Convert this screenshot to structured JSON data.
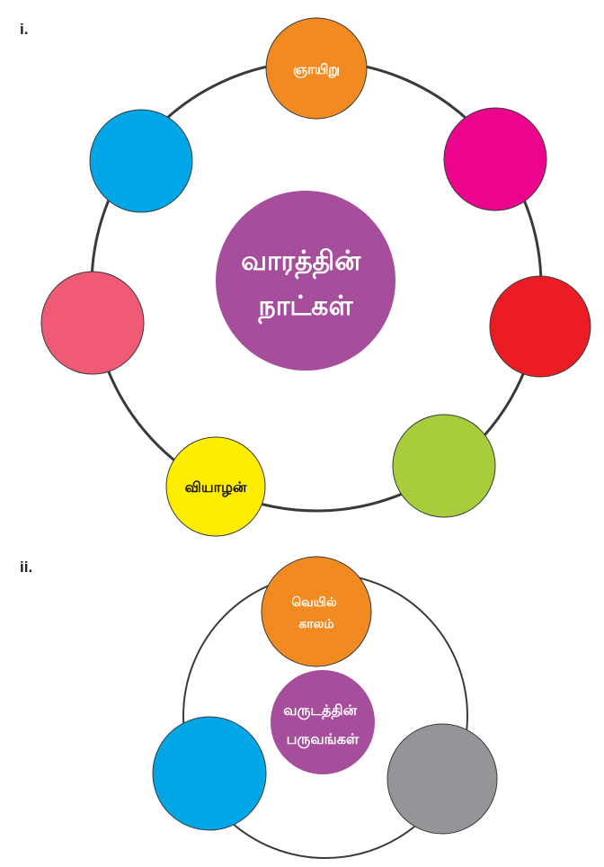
{
  "diagram_i": {
    "label": "i.",
    "center": {
      "lines": [
        "வாரத்தின்",
        "நாட்கள்"
      ],
      "color": "#a64d9c"
    },
    "nodes": [
      {
        "id": "top",
        "lines": [
          "ஞாயிறு"
        ],
        "color": "#f28a22",
        "text_dark": false
      },
      {
        "id": "upper-right",
        "lines": [],
        "color": "#ec048e",
        "text_dark": false
      },
      {
        "id": "right",
        "lines": [],
        "color": "#ec1c24",
        "text_dark": false
      },
      {
        "id": "lower-right",
        "lines": [],
        "color": "#a8cd3b",
        "text_dark": false
      },
      {
        "id": "bottom-left",
        "lines": [
          "வியாழன்"
        ],
        "color": "#ffed00",
        "text_dark": true
      },
      {
        "id": "left",
        "lines": [],
        "color": "#f05a74",
        "text_dark": false
      },
      {
        "id": "upper-left",
        "lines": [],
        "color": "#00a6e6",
        "text_dark": false
      }
    ]
  },
  "diagram_ii": {
    "label": "ii.",
    "center": {
      "lines": [
        "வருடத்தின்",
        "பருவங்கள்"
      ],
      "color": "#a64d9c"
    },
    "nodes": [
      {
        "id": "top",
        "lines": [
          "வெயில்",
          "காலம்"
        ],
        "color": "#f28a22",
        "text_dark": false
      },
      {
        "id": "bottom-left",
        "lines": [],
        "color": "#00a6e6",
        "text_dark": false
      },
      {
        "id": "bottom-right",
        "lines": [],
        "color": "#939598",
        "text_dark": false
      }
    ]
  }
}
